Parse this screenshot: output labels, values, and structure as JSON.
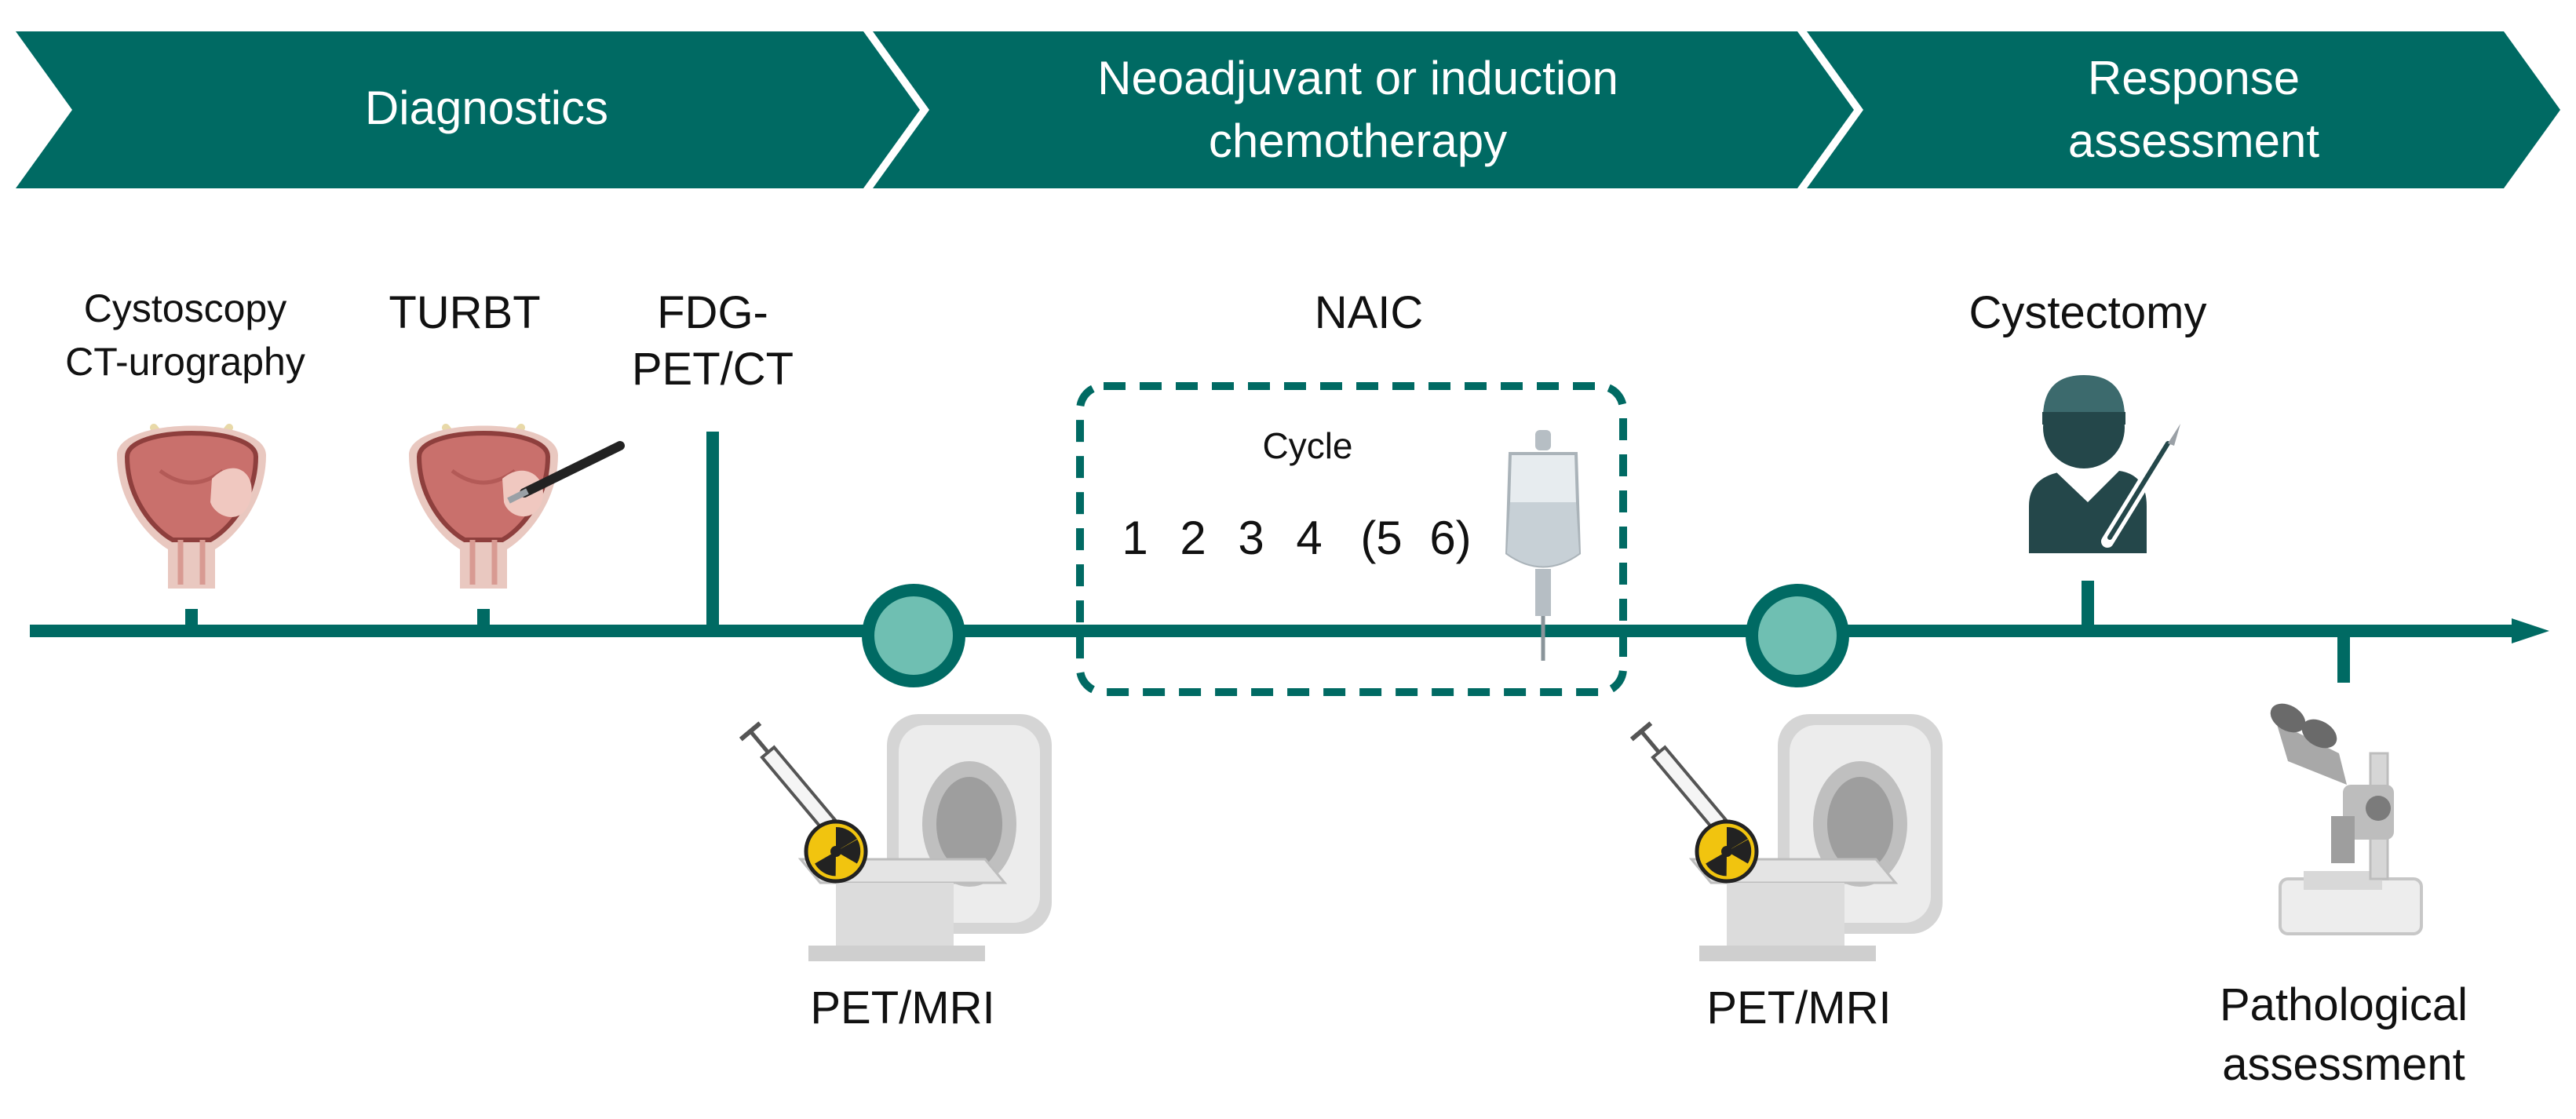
{
  "colors": {
    "teal_dark": "#006a63",
    "teal_light": "#6fbfb2",
    "bladder": "#c9706c",
    "bladder_dark": "#8e3f3d",
    "surgeon": "#24474a",
    "radiation": "#f1c40f"
  },
  "phases": [
    {
      "lines": [
        "Diagnostics"
      ]
    },
    {
      "lines": [
        "Neoadjuvant or induction",
        "chemotherapy"
      ]
    },
    {
      "lines": [
        "Response",
        "assessment"
      ]
    }
  ],
  "events": {
    "cystoscopy": {
      "lines": [
        "Cystoscopy",
        "CT-urography"
      ],
      "icon": "bladder-icon"
    },
    "turbt": {
      "lines": [
        "TURBT"
      ],
      "icon": "bladder-resection-icon"
    },
    "fdg": {
      "lines": [
        "FDG-",
        "PET/CT"
      ]
    },
    "naic": {
      "label": "NAIC",
      "cycle_label": "Cycle",
      "cycles": [
        "1",
        "2",
        "3",
        "4",
        "(5",
        "6)"
      ],
      "icon": "iv-bag-icon"
    },
    "petmri_1": {
      "label": "PET/MRI",
      "icon": "mri-scanner-icon"
    },
    "petmri_2": {
      "label": "PET/MRI",
      "icon": "mri-scanner-icon"
    },
    "cystectomy": {
      "label": "Cystectomy",
      "icon": "surgeon-icon"
    },
    "pathology": {
      "lines": [
        "Pathological",
        "assessment"
      ],
      "icon": "microscope-icon"
    }
  }
}
